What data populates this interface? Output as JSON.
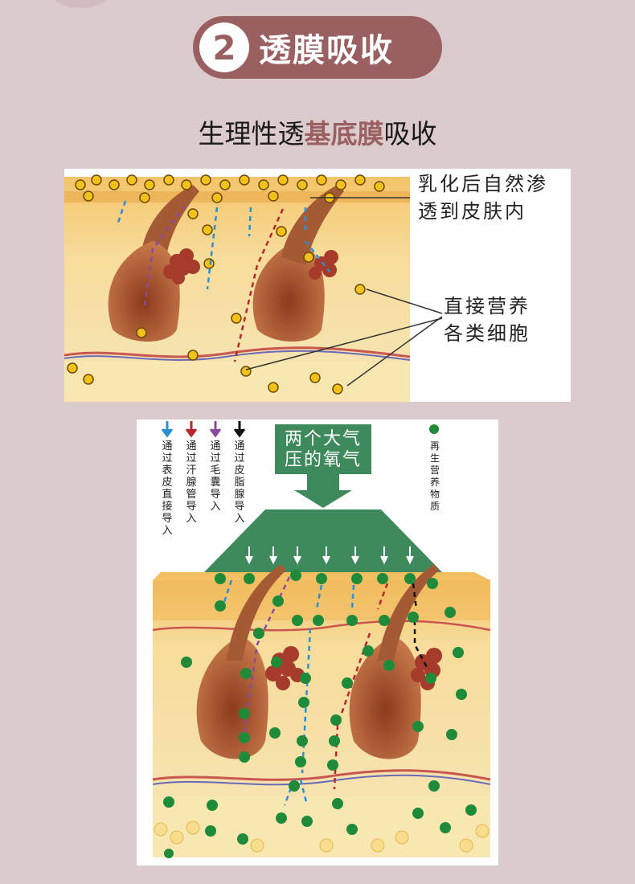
{
  "header": {
    "number": "2",
    "title": "透膜吸收"
  },
  "subtitle": {
    "part1": "生理性透",
    "highlight": "基底膜",
    "part2": "吸收"
  },
  "top_diagram": {
    "callout_1": [
      "乳化后自然渗",
      "透到皮肤内"
    ],
    "callout_2": [
      "直接营养",
      "各类细胞"
    ]
  },
  "bottom_diagram": {
    "legend": [
      {
        "text": "通过表皮直接导入",
        "color": "#2a8fd6"
      },
      {
        "text": "通过汗腺管导入",
        "color": "#b8262a"
      },
      {
        "text": "通过毛囊导入",
        "color": "#8c4a9c"
      },
      {
        "text": "通过皮脂腺导入",
        "color": "#111111"
      }
    ],
    "pressure_label": [
      "两个大气",
      "压的氧气"
    ],
    "dot_legend": "再生营养物质",
    "dot_color": "#1e8a3a",
    "funnel_color": "#3f8a5c"
  }
}
